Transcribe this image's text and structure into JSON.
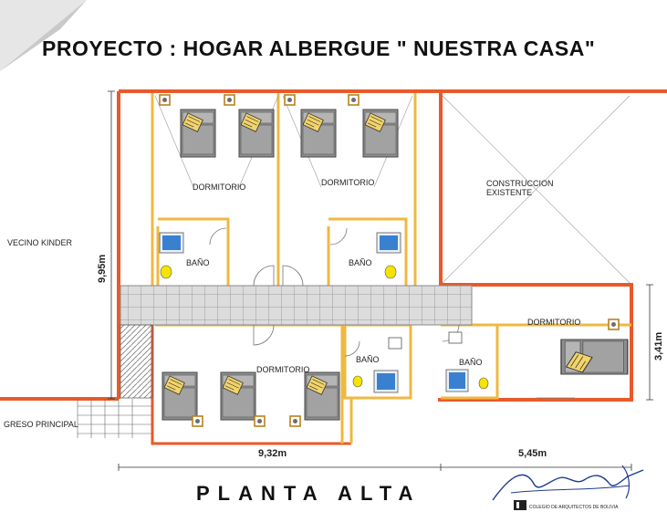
{
  "plan": {
    "title": "PROYECTO : HOGAR ALBERGUE \" NUESTRA CASA\"",
    "subtitle": "PLANTA ALTA",
    "rooms": {
      "dormitorio_1": "DORMITORIO",
      "dormitorio_2": "DORMITORIO",
      "dormitorio_3": "DORMITORIO",
      "dormitorio_4": "DORMITORIO",
      "bano_1": "BAÑO",
      "bano_2": "BAÑO",
      "bano_3": "BAÑO",
      "bano_4": "BAÑO",
      "construccion_line1": "CONSTRUCCION",
      "construccion_line2": "EXISTENTE"
    },
    "surroundings": {
      "vecino": "VECINO KINDER",
      "ingreso": "GRESO PRINCIPAL"
    },
    "dimensions": {
      "height_left": "9,95m",
      "height_right": "3,41m",
      "width_left": "9,32m",
      "width_right": "5,45m"
    },
    "stamp": {
      "signature": "Aeitraga",
      "college": "COLEGIO DE ARQUITECTOS DE BOLIVIA"
    },
    "colors": {
      "wall_orange": "#e85a2a",
      "wall_yellow": "#f0b840",
      "bed_gray": "#9a9a9a",
      "fixture_blue": "#3a80d0",
      "fixture_yellow": "#f5e400",
      "corridor_tile": "#d9d9d9"
    }
  }
}
